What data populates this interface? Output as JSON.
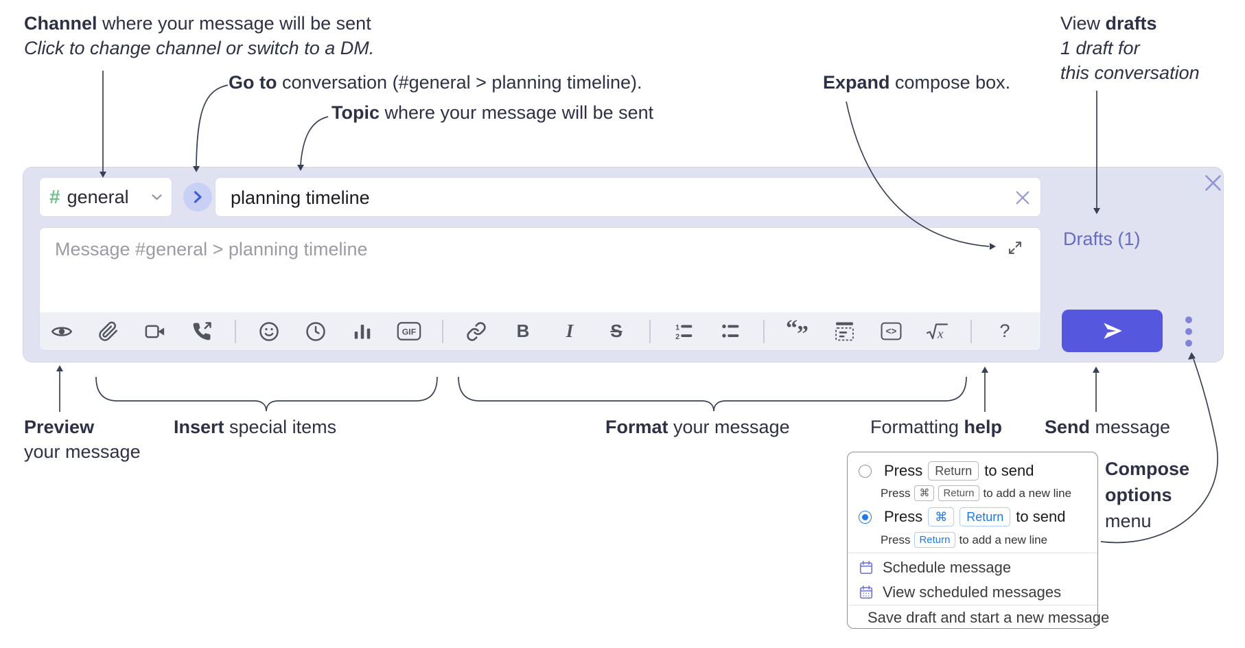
{
  "annotations": {
    "channel": {
      "bold": "Channel",
      "rest": " where your message will be sent",
      "sub": "Click to change channel or switch to a DM."
    },
    "goto": {
      "bold": "Go to",
      "rest": " conversation (#general > planning timeline)."
    },
    "topic": {
      "bold": "Topic",
      "rest": " where your message will be sent"
    },
    "expand": {
      "bold": "Expand",
      "rest": " compose box."
    },
    "view_drafts": {
      "pre": "View ",
      "bold": "drafts",
      "line2": "1 draft for",
      "line3": "this conversation"
    },
    "preview": {
      "bold": "Preview",
      "line2": "your message"
    },
    "insert": {
      "bold": "Insert",
      "rest": " special items"
    },
    "format": {
      "bold": "Format",
      "rest": " your message"
    },
    "formatting_help": {
      "pre": "Formatting ",
      "bold": "help"
    },
    "send": {
      "bold": "Send",
      "rest": " message"
    },
    "compose_options": {
      "line1": "Compose",
      "line2": "options",
      "line3": "menu"
    }
  },
  "compose": {
    "channel_hash": "#",
    "channel_name": "general",
    "topic_value": "planning timeline",
    "message_placeholder": "Message #general > planning timeline",
    "drafts_link": "Drafts (1)"
  },
  "toolbar": {
    "gif": "GIF",
    "bold": "B",
    "italic": "I",
    "strike": "S",
    "num1": "1",
    "num2": "2",
    "quote_open": "“",
    "quote_close": "”",
    "code": "<>",
    "math_var": "x",
    "help": "?"
  },
  "popup": {
    "option1": {
      "press": "Press",
      "key1": "Return",
      "after": "to send",
      "sub_press": "Press",
      "sub_key1": "⌘",
      "sub_key2": "Return",
      "sub_after": "to add a new line"
    },
    "option2": {
      "press": "Press",
      "key1": "⌘",
      "key2": "Return",
      "after": "to send",
      "sub_press": "Press",
      "sub_key1": "Return",
      "sub_after": "to add a new line"
    },
    "menu_items": [
      "Schedule message",
      "View scheduled messages",
      "Save draft and start a new message"
    ]
  },
  "colors": {
    "accent": "#5558de",
    "lavender": "#e0e2f2",
    "link": "#666bc4",
    "key_blue": "#1e79e7",
    "hash_green": "#6cc287",
    "menu_icon_purple": "#777cd6"
  }
}
